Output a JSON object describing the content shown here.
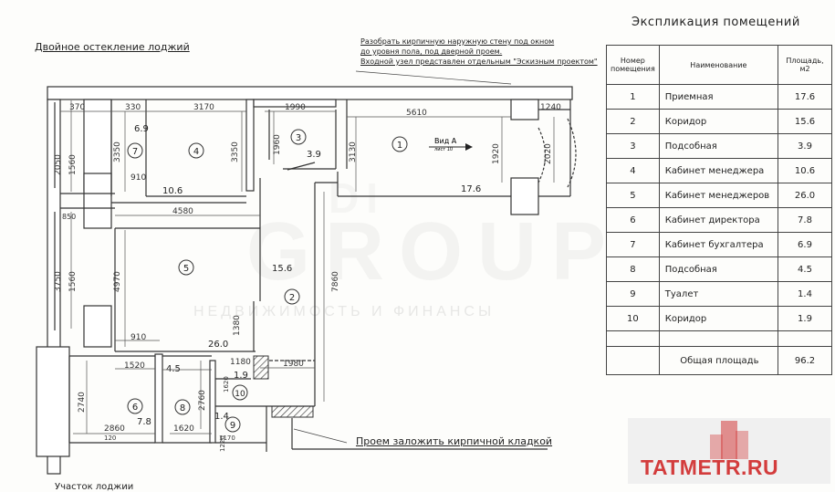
{
  "annotations": {
    "loggia": "Двойное остекление лоджий",
    "wall_line1": "Разобрать кирпичную наружную стену под окном",
    "wall_line2": "до уровня пола, под дверной проем.",
    "wall_line3": "Входной узел представлен отдельным \"Эскизным проектом\"",
    "opening": "Проем заложить кирпичной кладкой",
    "bottom": "Участок лоджии",
    "view": "Вид А",
    "view_sub": "лист 10"
  },
  "explication": {
    "title": "Экспликация помещений",
    "headers": {
      "number": "Номер помещения",
      "name": "Наименование",
      "area": "Площадь, м2"
    },
    "rows": [
      {
        "no": "1",
        "name": "Приемная",
        "area": "17.6"
      },
      {
        "no": "2",
        "name": "Коридор",
        "area": "15.6"
      },
      {
        "no": "3",
        "name": "Подсобная",
        "area": "3.9"
      },
      {
        "no": "4",
        "name": "Кабинет менеджера",
        "area": "10.6"
      },
      {
        "no": "5",
        "name": "Кабинет менеджеров",
        "area": "26.0"
      },
      {
        "no": "6",
        "name": "Кабинет директора",
        "area": "7.8"
      },
      {
        "no": "7",
        "name": "Кабинет бухгалтера",
        "area": "6.9"
      },
      {
        "no": "8",
        "name": "Подсобная",
        "area": "4.5"
      },
      {
        "no": "9",
        "name": "Туалет",
        "area": "1.4"
      },
      {
        "no": "10",
        "name": "Коридор",
        "area": "1.9"
      }
    ],
    "total_label": "Общая площадь",
    "total_area": "96.2"
  },
  "rooms": [
    {
      "no": "1",
      "area": "17.6"
    },
    {
      "no": "2",
      "area": "15.6"
    },
    {
      "no": "3",
      "area": "3.9"
    },
    {
      "no": "4",
      "area": "10.6"
    },
    {
      "no": "5",
      "area": "26.0"
    },
    {
      "no": "6",
      "area": "7.8"
    },
    {
      "no": "7",
      "area": "6.9"
    },
    {
      "no": "8",
      "area": "4.5"
    },
    {
      "no": "9",
      "area": "1.4"
    },
    {
      "no": "10",
      "area": "1.9"
    }
  ],
  "dimensions": {
    "d370": "370",
    "d330": "330",
    "d3170": "3170",
    "d1990": "1990",
    "d5610": "5610",
    "d1240": "1240",
    "d2050": "2050",
    "d1560a": "1560",
    "d3350a": "3350",
    "d3350b": "3350",
    "d1960": "1960",
    "d3130": "3130",
    "d1920": "1920",
    "d2020": "2020",
    "d910a": "910",
    "d4580": "4580",
    "d850": "850",
    "d3750": "3750",
    "d1560b": "1560",
    "d4970": "4970",
    "d7860": "7860",
    "d1380": "1380",
    "d910b": "910",
    "d1520": "1520",
    "d1180": "1180",
    "d1980": "1980",
    "d1620a": "1620",
    "d2740": "2740",
    "d2760": "2760",
    "d1620b": "1620",
    "d2860": "2860",
    "d1220": "1220",
    "d120": "120",
    "d1170": "1170"
  },
  "watermark": {
    "main": "GROUP",
    "top": "DI",
    "sub": "НЕДВИЖИМОСТЬ И ФИНАНСЫ"
  },
  "logo": {
    "text": "TATMETR.RU",
    "color": "#d33c3c"
  }
}
